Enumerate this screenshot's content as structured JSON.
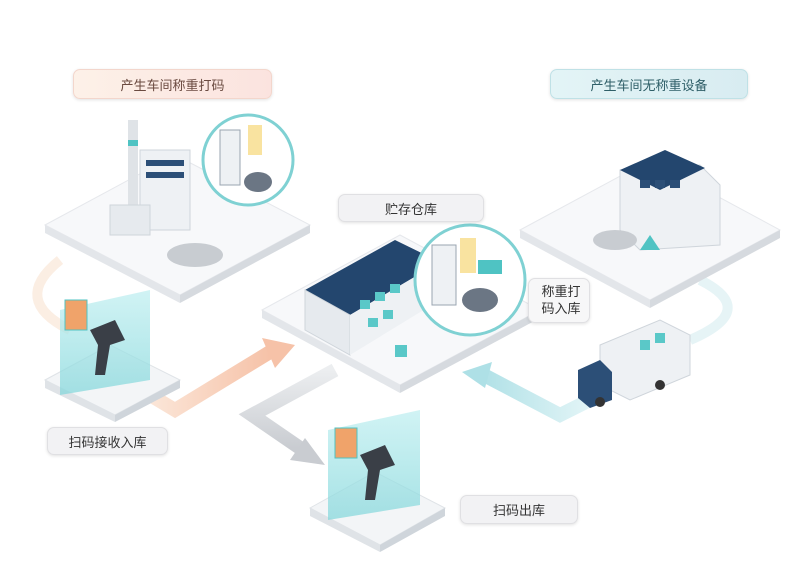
{
  "labels": {
    "workshop_weigh_code": "产生车间称重打码",
    "workshop_no_scale": "产生车间无称重设备",
    "storage_warehouse": "贮存仓库",
    "weigh_code_inbound": "称重打\n码入库",
    "scan_receive_inbound": "扫码接收入库",
    "scan_outbound": "扫码出库"
  },
  "colors": {
    "orange_arrow": "#f5c9b0",
    "teal_arrow": "#bfe6ea",
    "grey_arrow": "#d5d7db",
    "roof": "#23466e",
    "accent_teal": "#4fc3c3"
  }
}
